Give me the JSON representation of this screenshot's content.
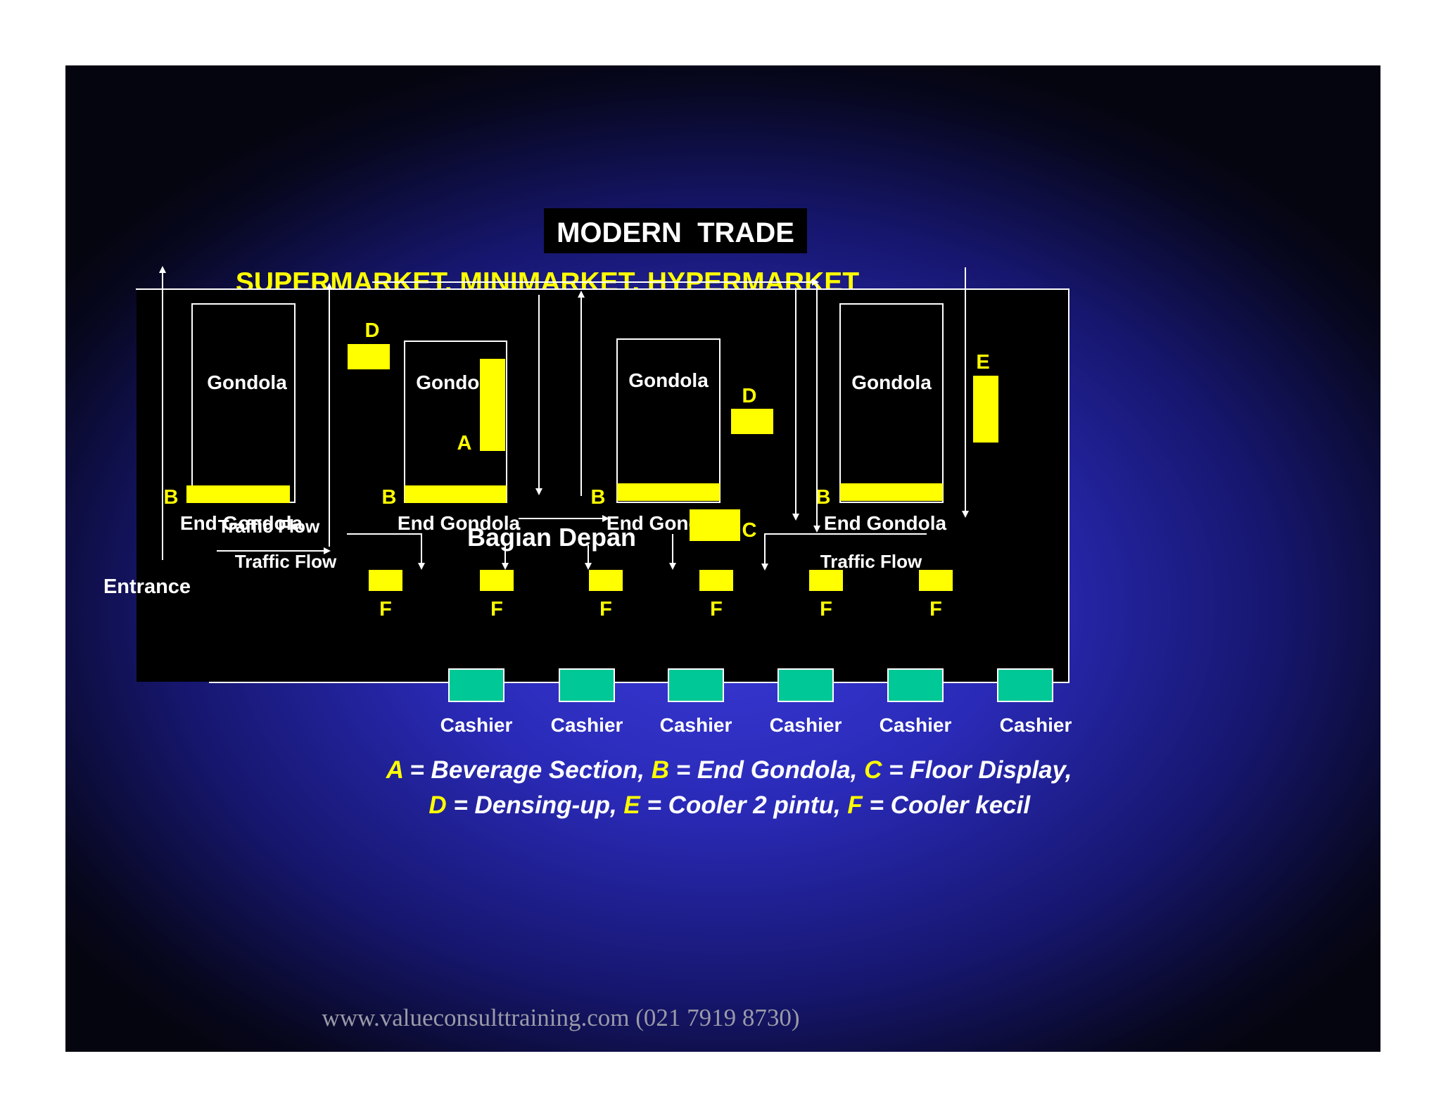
{
  "title": "MODERN  TRADE",
  "subtitle": "SUPERMARKET, MINIMARKET, HYPERMARKET",
  "gondola_label": "Gondola",
  "end_gondola_label": "End Gondola",
  "traffic_flow_label": "Traffic Flow",
  "entrance_label": "Entrance",
  "bagian_depan_label": "Bagian Depan",
  "cashier_label": "Cashier",
  "markers": {
    "a": "A",
    "b": "B",
    "c": "C",
    "d": "D",
    "e": "E",
    "f": "F"
  },
  "legend": {
    "line1": [
      {
        "letter": "A",
        "text": " = Beverage Section, "
      },
      {
        "letter": "B",
        "text": " = End Gondola, "
      },
      {
        "letter": "C",
        "text": " = Floor Display,"
      }
    ],
    "line2": [
      {
        "letter": "D",
        "text": " = Densing-up, "
      },
      {
        "letter": "E",
        "text": " = Cooler 2 pintu, "
      },
      {
        "letter": "F",
        "text": " = Cooler kecil"
      }
    ]
  },
  "footer": "www.valueconsulttraining.com (021 7919 8730)",
  "colors": {
    "accent_yellow": "#ffff00",
    "cashier_green": "#00c896",
    "floor_black": "#000000",
    "text_white": "#ffffff",
    "footer_gray": "#9a9aa8"
  }
}
